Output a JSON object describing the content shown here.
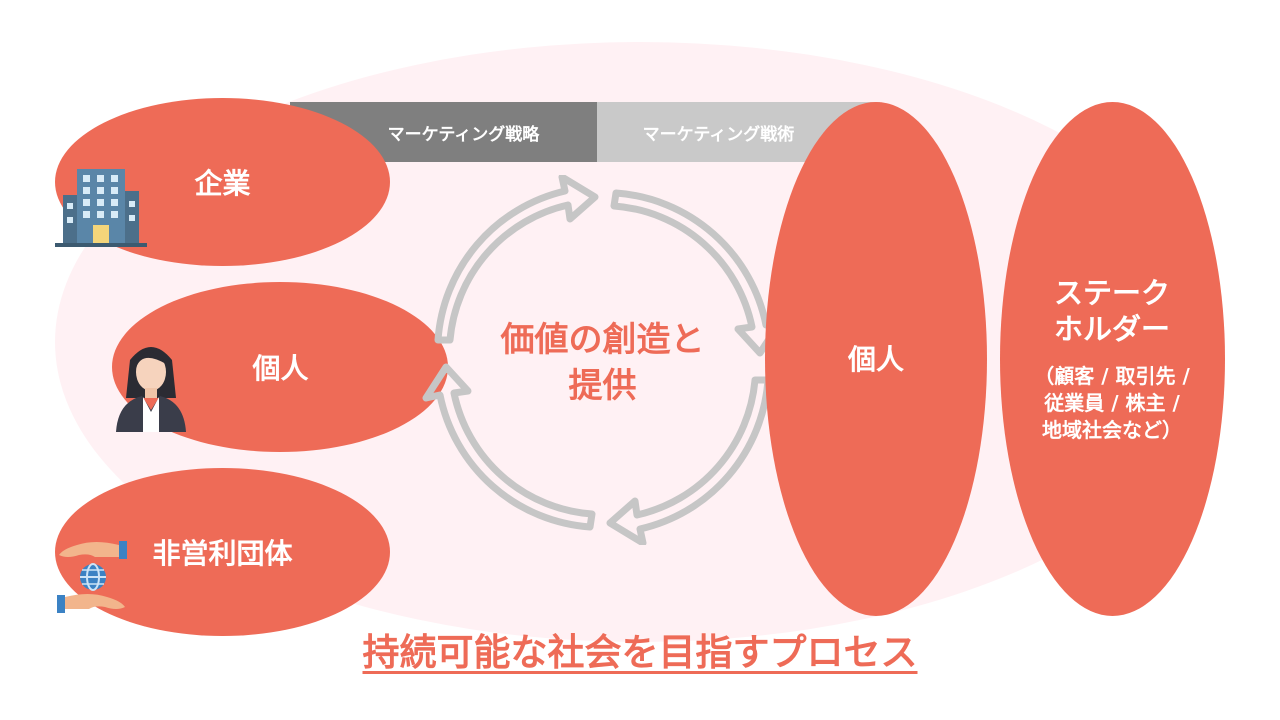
{
  "strategy_band": {
    "strategy": "マーケティング戦略",
    "tactics": "マーケティング戦術"
  },
  "left_entities": [
    {
      "label": "企業",
      "icon": "office-building-icon"
    },
    {
      "label": "個人",
      "icon": "businesswoman-icon"
    },
    {
      "label": "非営利団体",
      "icon": "hands-holding-globe-icon"
    }
  ],
  "center": {
    "line1": "価値の創造と",
    "line2": "提供"
  },
  "right_individual": {
    "label": "個人"
  },
  "stakeholder": {
    "title_line1": "ステーク",
    "title_line2": "ホルダー",
    "detail_line1": "（顧客 / 取引先 /",
    "detail_line2": "従業員 / 株主 /",
    "detail_line3": "地域社会など）"
  },
  "title": "持続可能な社会を目指すプロセス",
  "colors": {
    "accent": "#ee6b57",
    "band_dark": "#7f7f7f",
    "band_light": "#c9c9c9",
    "background_blob": "#fff1f4"
  }
}
